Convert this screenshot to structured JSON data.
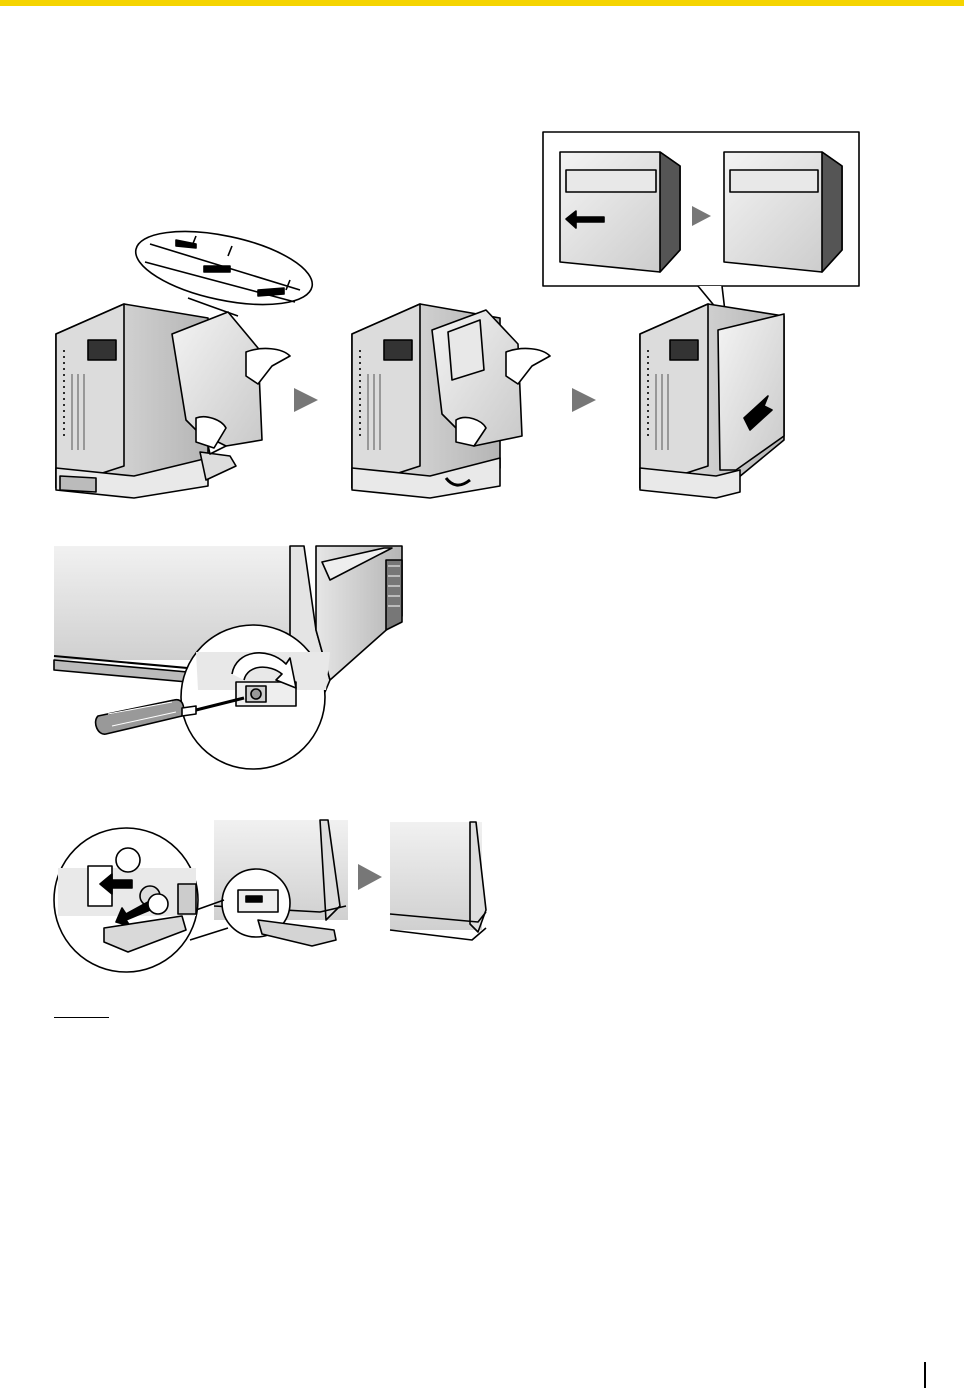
{
  "page": {
    "accent_color": "#f5d400",
    "footer_rule": "vertical-rule"
  },
  "figures": {
    "step_1": {
      "icons": [
        "cabinet-icon",
        "hand-icon",
        "arrow-icon",
        "magnifier-callout-icon",
        "next-step-triangle-icon"
      ],
      "description_text": ""
    },
    "step_2": {
      "icons": [
        "screwdriver-icon",
        "screw-rotate-arrow-icon",
        "magnifier-callout-icon"
      ]
    },
    "step_3": {
      "icons": [
        "callout-circle-1",
        "callout-circle-2",
        "push-arrow-icon",
        "cover-piece-icon",
        "next-step-triangle-icon"
      ]
    }
  }
}
